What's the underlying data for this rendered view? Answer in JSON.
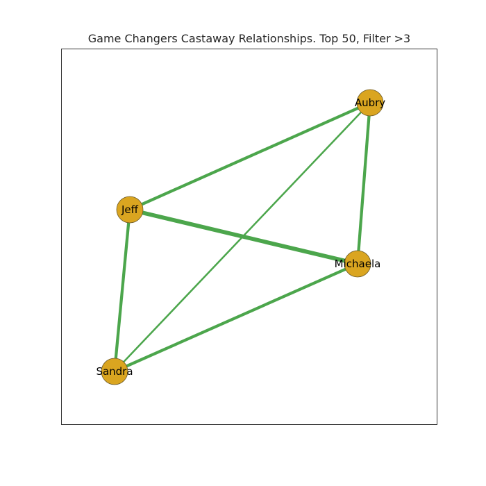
{
  "title": "Game Changers Castaway Relationships. Top 50, Filter >3",
  "colors": {
    "edge": "#4ca64c",
    "node_fill": "#daa520",
    "node_stroke": "#6b5a2a",
    "frame": "#333333"
  },
  "nodes": [
    {
      "id": "Aubry",
      "label": "Aubry"
    },
    {
      "id": "Jeff",
      "label": "Jeff"
    },
    {
      "id": "Michaela",
      "label": "Michaela"
    },
    {
      "id": "Sandra",
      "label": "Sandra"
    }
  ],
  "edges": [
    {
      "source": "Jeff",
      "target": "Aubry",
      "weight": 5
    },
    {
      "source": "Jeff",
      "target": "Michaela",
      "weight": 7
    },
    {
      "source": "Jeff",
      "target": "Sandra",
      "weight": 5
    },
    {
      "source": "Aubry",
      "target": "Michaela",
      "weight": 5
    },
    {
      "source": "Aubry",
      "target": "Sandra",
      "weight": 3
    },
    {
      "source": "Michaela",
      "target": "Sandra",
      "weight": 5
    }
  ]
}
